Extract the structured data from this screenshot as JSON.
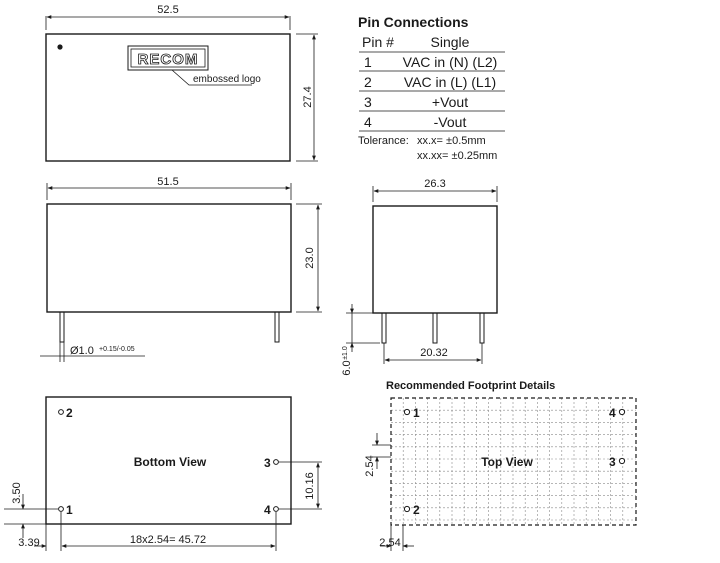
{
  "top_view_dims": {
    "width": "52.5",
    "height": "27.4"
  },
  "logo": {
    "text": "RECOM",
    "callout": "embossed logo"
  },
  "pin_table": {
    "title": "Pin Connections",
    "header_pin": "Pin #",
    "header_single": "Single",
    "rows": [
      {
        "pin": "1",
        "single": "VAC in (N) (L2)"
      },
      {
        "pin": "2",
        "single": "VAC in (L) (L1)"
      },
      {
        "pin": "3",
        "single": "+Vout"
      },
      {
        "pin": "4",
        "single": "-Vout"
      }
    ],
    "tolerance_label": "Tolerance:",
    "tolerance_1": "xx.x=   ±0.5mm",
    "tolerance_2": "xx.xx= ±0.25mm"
  },
  "front_view_dims": {
    "width": "51.5",
    "height": "23.0",
    "pin_diameter": "Ø1.0",
    "pin_diameter_tol": "+0.15/-0.05"
  },
  "side_view_dims": {
    "width": "26.3",
    "pin_pitch": "20.32",
    "pin_length": "6.0",
    "pin_length_tol": "±1.0"
  },
  "bottom_view": {
    "label": "Bottom View",
    "pins": [
      "1",
      "2",
      "3",
      "4"
    ],
    "dim_pin_offset_y": "3.50",
    "dim_pin_offset_x": "3.39",
    "dim_pin_span": "18x2.54= 45.72",
    "dim_pin_spacing": "10.16"
  },
  "footprint": {
    "title": "Recommended Footprint Details",
    "label": "Top View",
    "pins": [
      "1",
      "2",
      "3",
      "4"
    ],
    "grid_pitch_v": "2.54",
    "grid_pitch_h": "2.54"
  }
}
